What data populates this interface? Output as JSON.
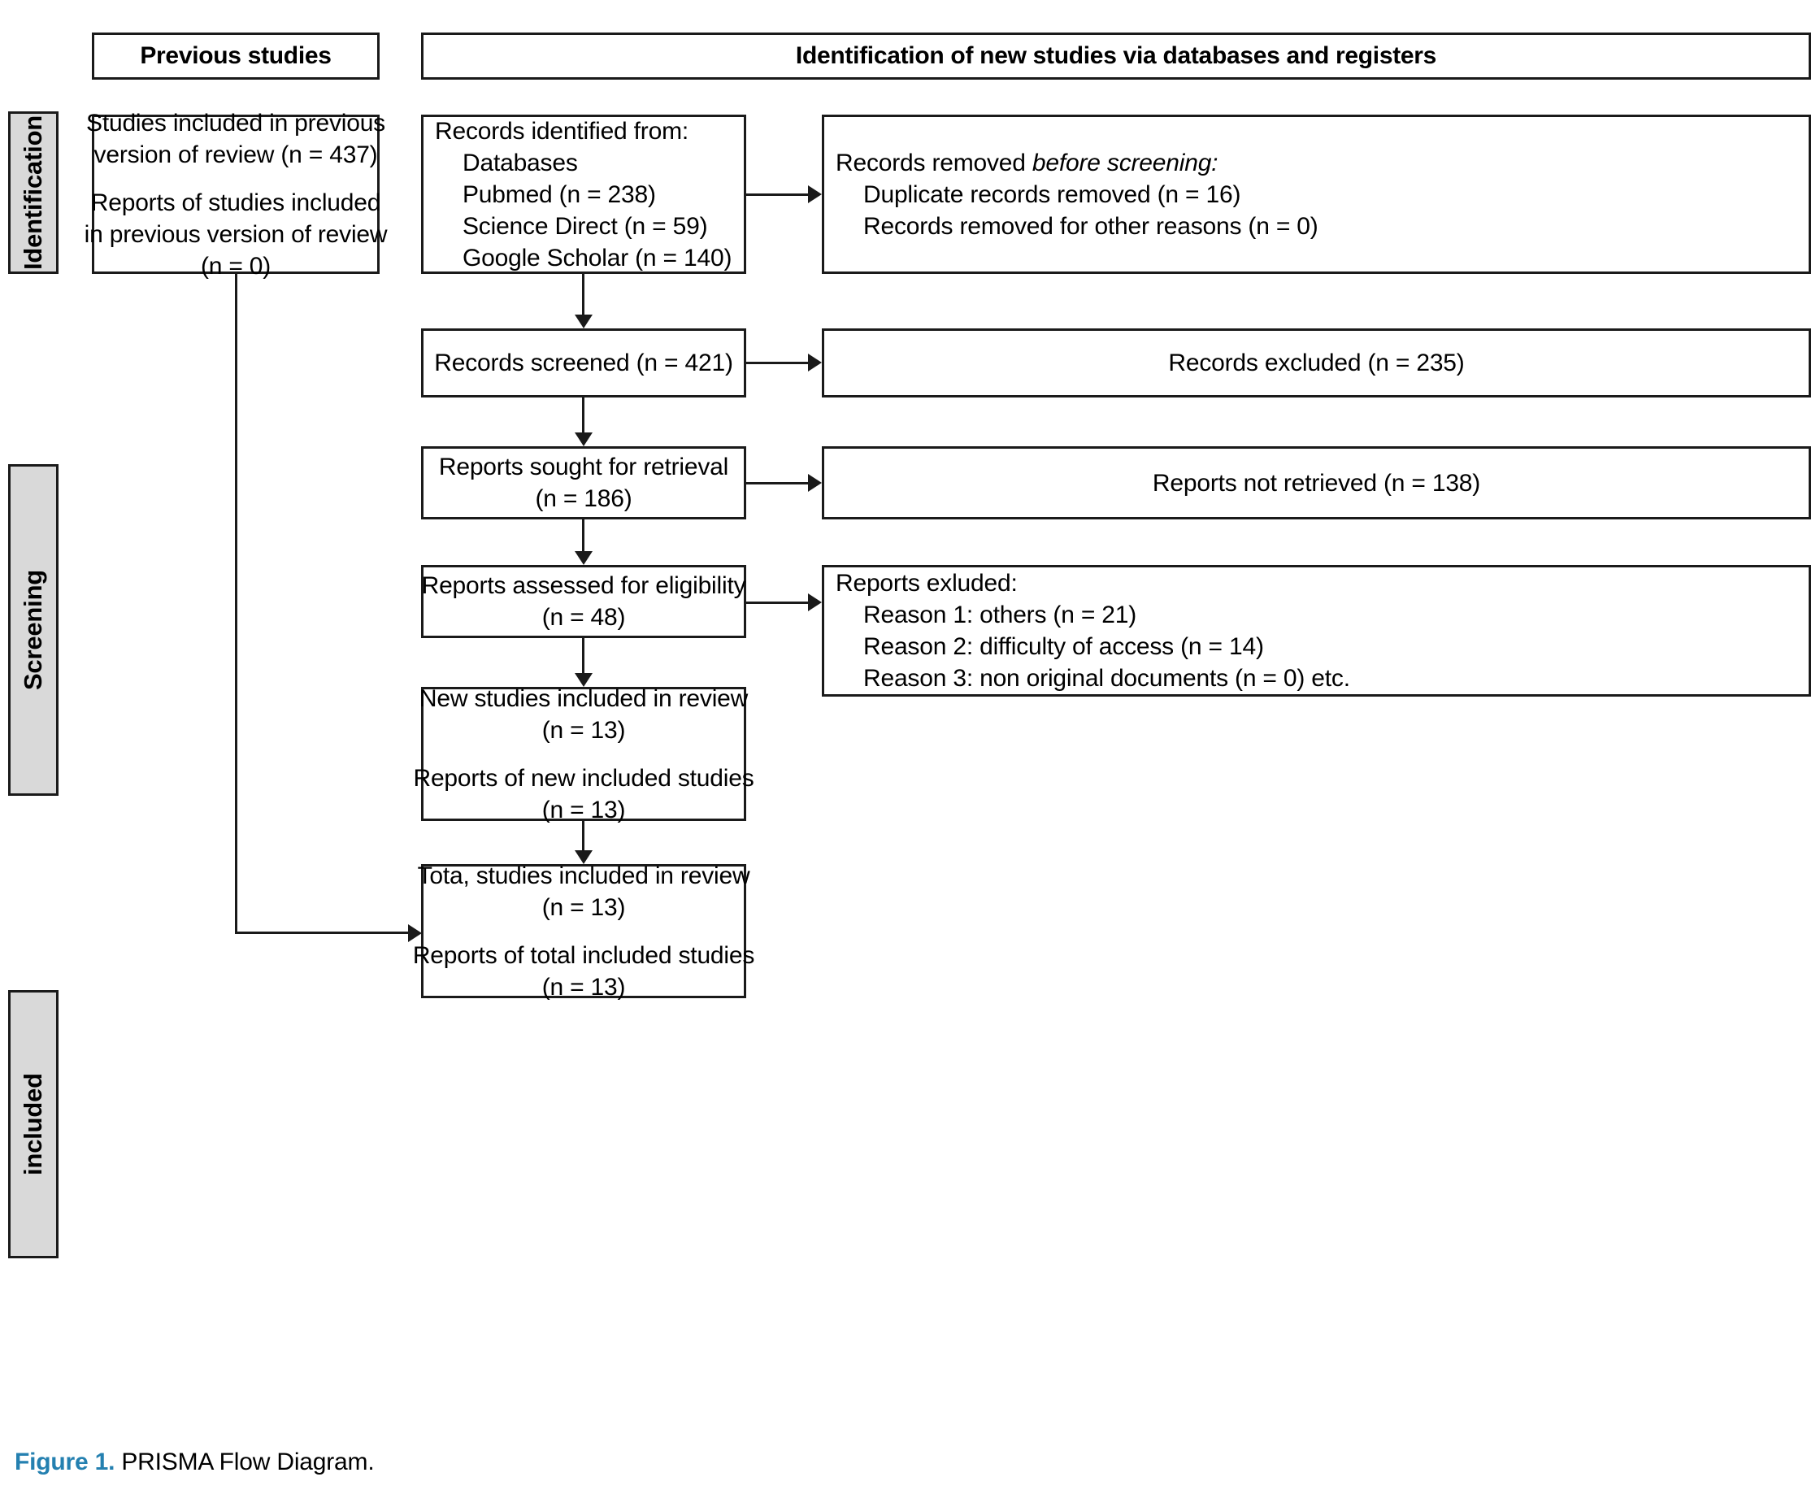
{
  "figure": {
    "label": "Figure 1.",
    "caption": "PRISMA Flow Diagram.",
    "label_color": "#2480b0"
  },
  "headers": {
    "previous": "Previous studies",
    "new": "Identification of new studies via databases and registers"
  },
  "stages": [
    {
      "name": "identification",
      "label": "Identification"
    },
    {
      "name": "screening",
      "label": "Screening"
    },
    {
      "name": "included",
      "label": "included"
    }
  ],
  "boxes": {
    "previous_studies": {
      "lines": [
        "Studies included in previous",
        "version of review (n = 437)",
        "",
        "Reports of studies included",
        "in previous version of review",
        "(n = 0)"
      ]
    },
    "records_identified": {
      "lines": [
        "Records identified from:",
        "Databases",
        "Pubmed (n = 238)",
        "Science Direct (n = 59)",
        "Google Scholar (n = 140)"
      ]
    },
    "records_removed": {
      "title_plain": "Records removed ",
      "title_italic": "before screening:",
      "lines": [
        "Duplicate records removed (n = 16)",
        "Records removed for other reasons (n = 0)"
      ]
    },
    "records_screened": {
      "lines": [
        "Records screened (n = 421)"
      ]
    },
    "records_excluded": {
      "lines": [
        "Records excluded (n = 235)"
      ]
    },
    "reports_sought": {
      "lines": [
        "Reports sought for retrieval",
        "(n = 186)"
      ]
    },
    "reports_not_retrieved": {
      "lines": [
        "Reports not retrieved (n = 138)"
      ]
    },
    "reports_assessed": {
      "lines": [
        "Reports assessed for eligibility",
        "(n = 48)"
      ]
    },
    "reports_excluded": {
      "title": "Reports exluded:",
      "lines": [
        "Reason 1: others (n = 21)",
        "Reason 2: difficulty of access (n = 14)",
        "Reason 3: non original documents (n = 0) etc."
      ]
    },
    "new_studies_included": {
      "lines": [
        "New studies included in review",
        "(n = 13)",
        "",
        "Reports of new included studies",
        "(n = 13)"
      ]
    },
    "total_included": {
      "lines": [
        "Tota, studies included in review",
        "(n = 13)",
        "",
        "Reports of total included studies",
        "(n = 13)"
      ]
    }
  }
}
